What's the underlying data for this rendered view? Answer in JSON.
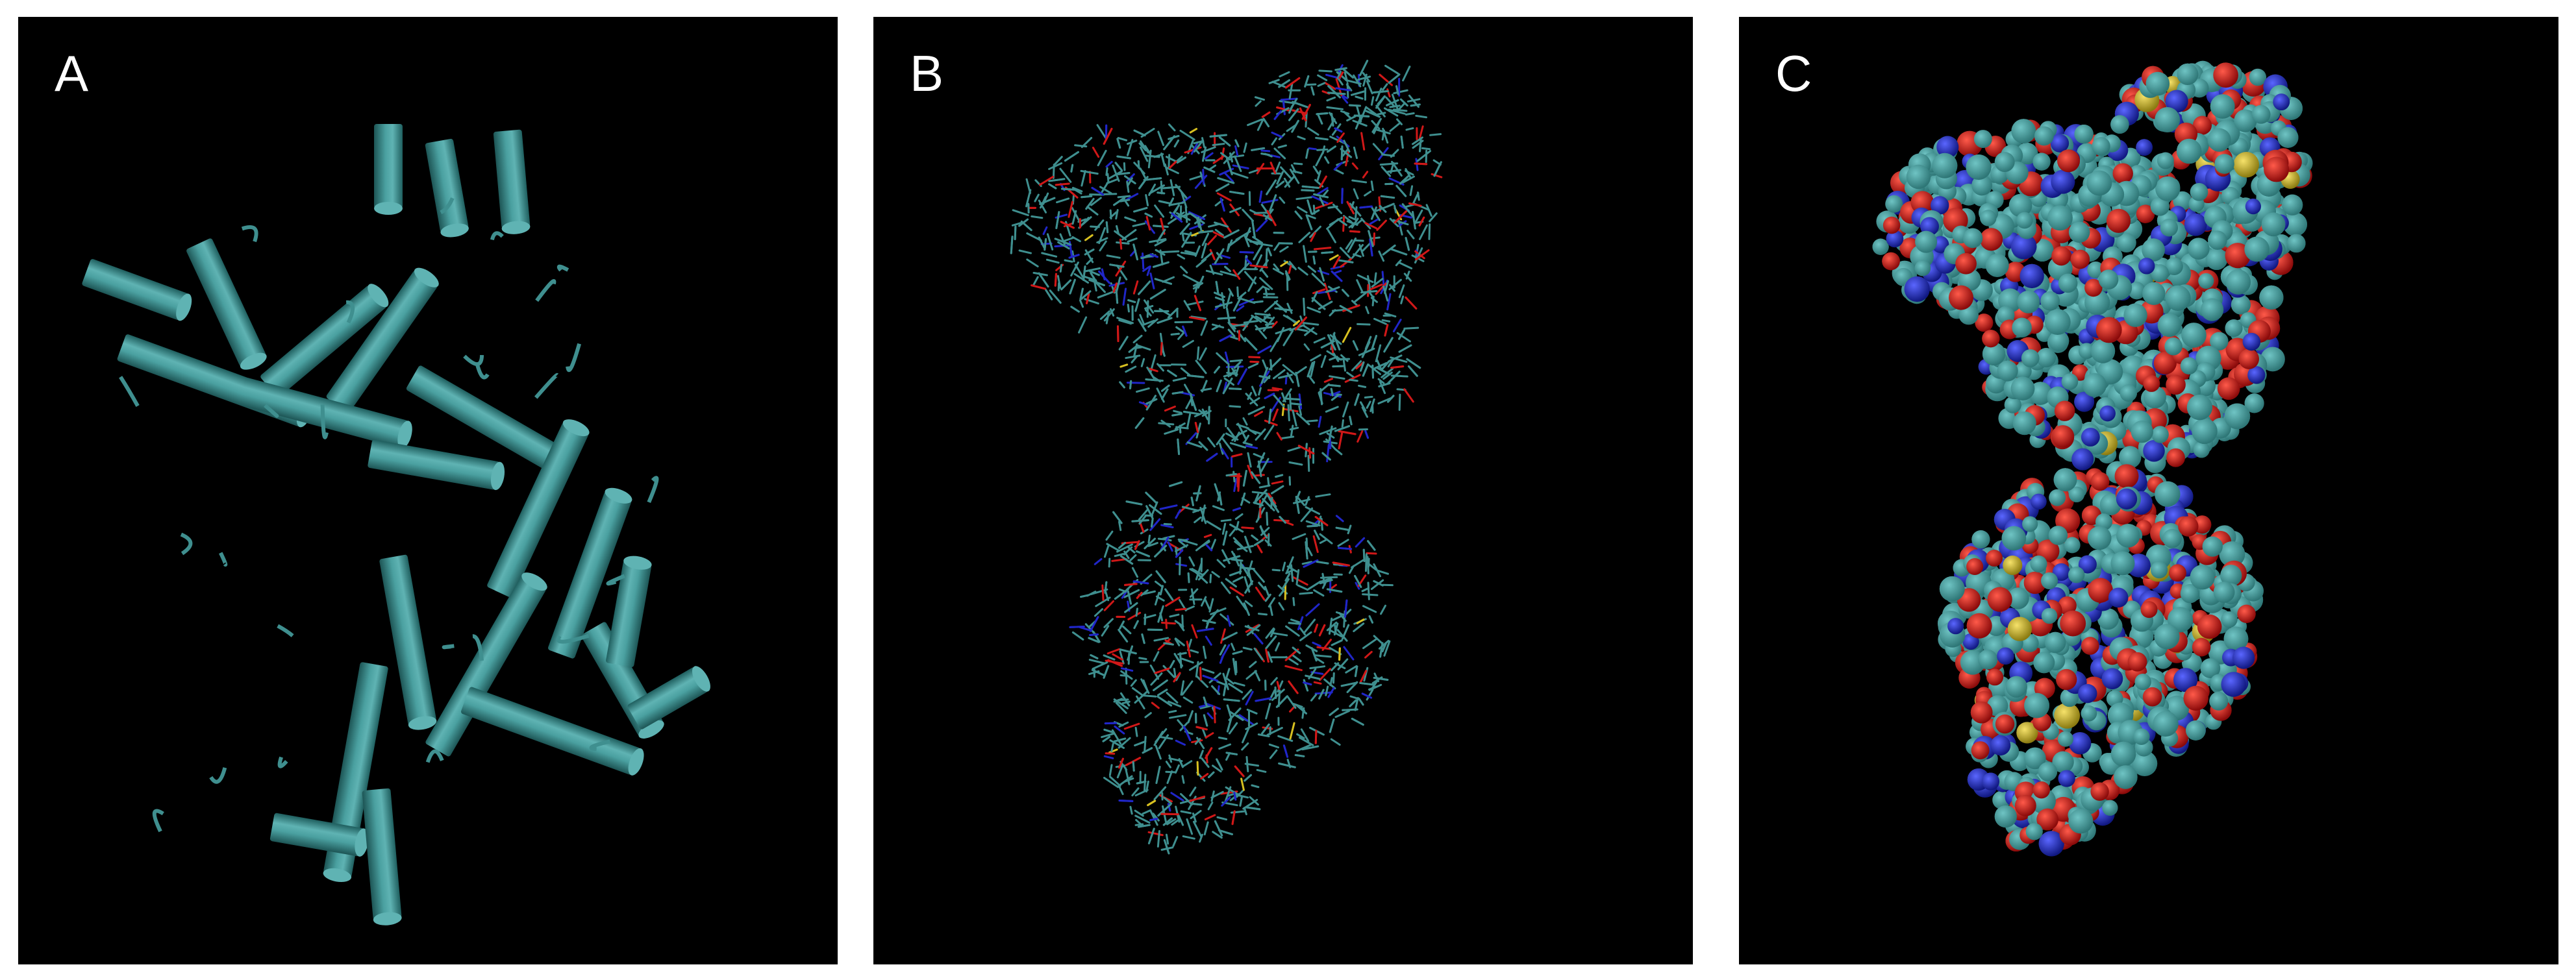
{
  "figure": {
    "panels": [
      {
        "label": "A",
        "representation": "cartoon-helices"
      },
      {
        "label": "B",
        "representation": "licorice-sticks"
      },
      {
        "label": "C",
        "representation": "space-filling-surface"
      }
    ]
  },
  "colors": {
    "background": "#000000",
    "page": "#ffffff",
    "label": "#ffffff",
    "carbon": "#3f8f8f",
    "carbon_dark": "#2a6666",
    "oxygen": "#d01818",
    "nitrogen": "#2026c8",
    "sulfur": "#d8c020"
  }
}
